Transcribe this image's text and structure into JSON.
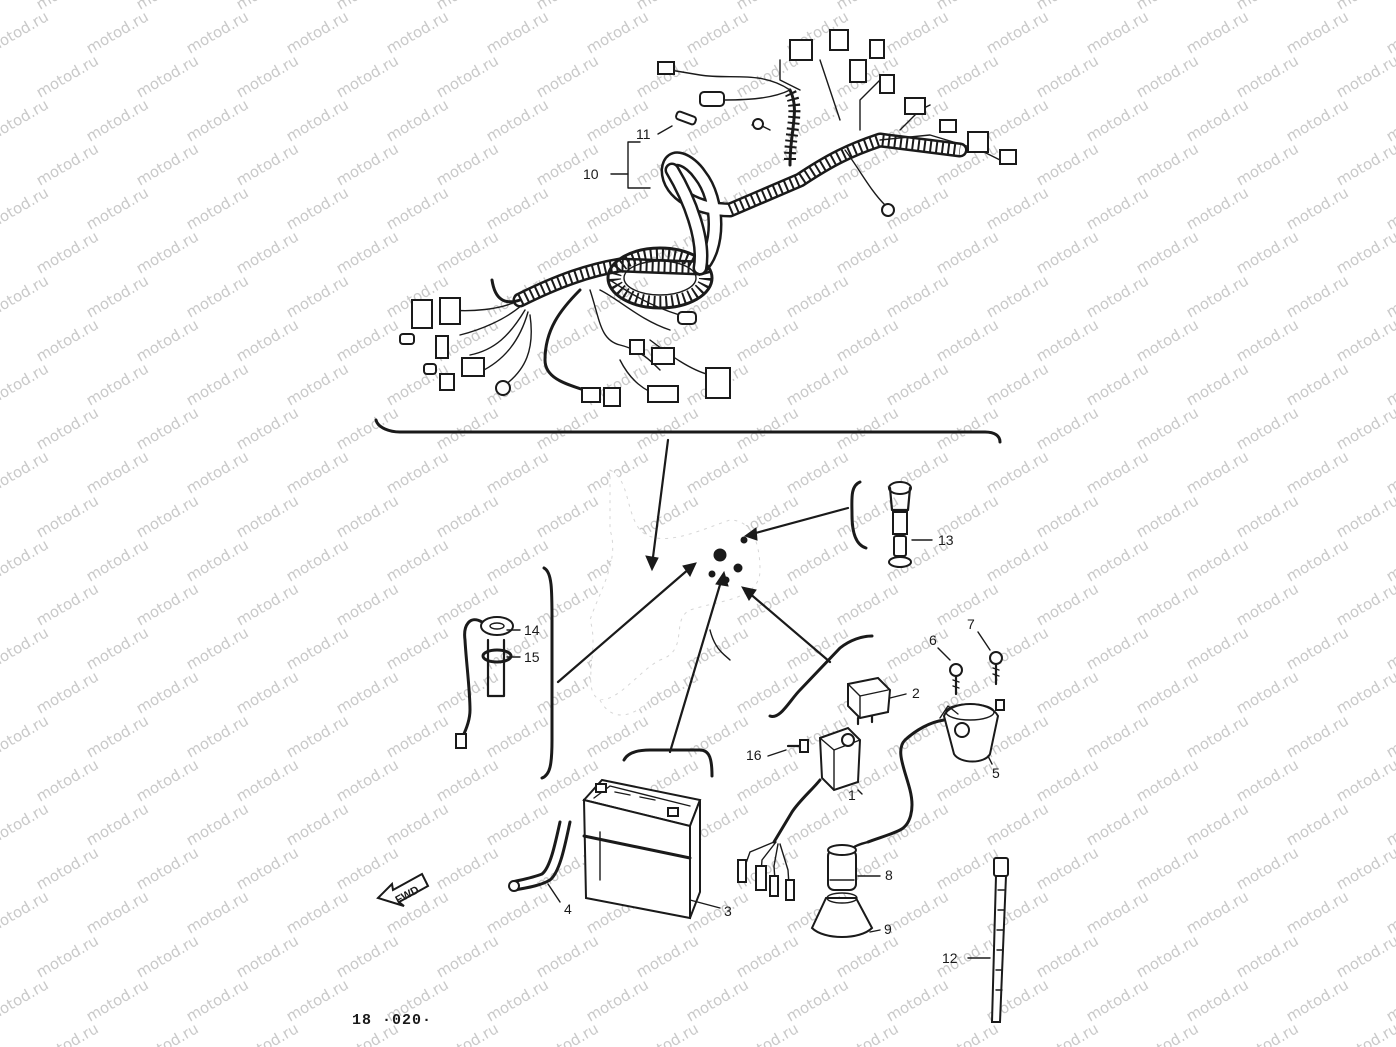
{
  "watermark": {
    "text": "motod.ru"
  },
  "callouts": {
    "c1": "1",
    "c2": "2",
    "c3": "3",
    "c4": "4",
    "c5": "5",
    "c6": "6",
    "c7": "7",
    "c8": "8",
    "c9": "9",
    "c10": "10",
    "c11": "11",
    "c12": "12",
    "c13": "13",
    "c14": "14",
    "c15": "15",
    "c16": "16"
  },
  "direction_label": "FWD",
  "figure_code": "18 ·020·",
  "colors": {
    "ink": "#1a1a1a",
    "watermark": "#c9c9c9",
    "paper": "#ffffff"
  },
  "icons": {
    "direction": "forward-arrow-icon"
  }
}
